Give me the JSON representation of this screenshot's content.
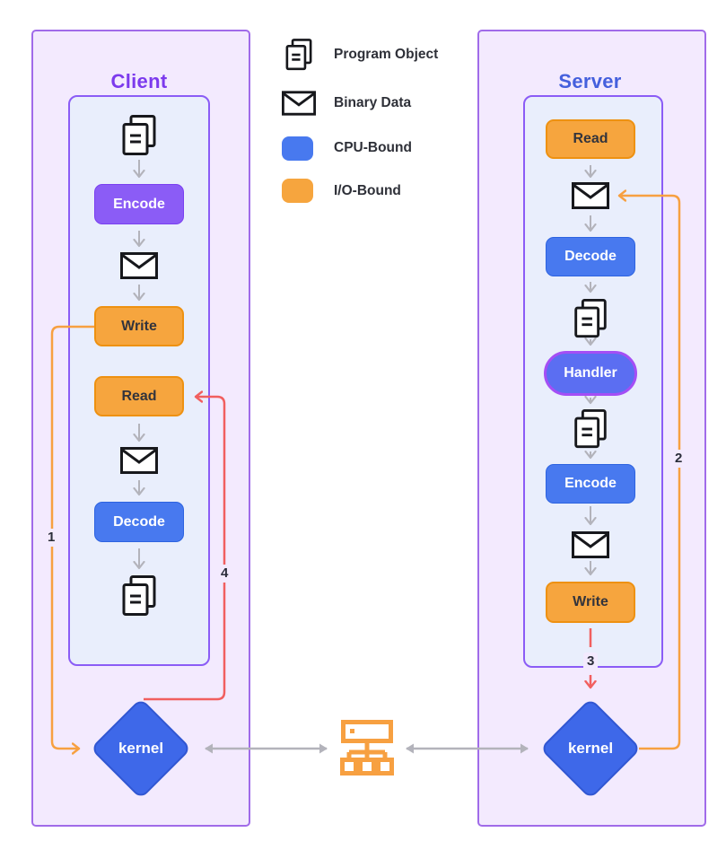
{
  "client": {
    "title": "Client",
    "kernel_label": "kernel",
    "steps": {
      "encode": "Encode",
      "write": "Write",
      "read": "Read",
      "decode": "Decode"
    }
  },
  "server": {
    "title": "Server",
    "kernel_label": "kernel",
    "steps": {
      "read": "Read",
      "decode": "Decode",
      "handler": "Handler",
      "encode": "Encode",
      "write": "Write"
    }
  },
  "legend": {
    "items": [
      {
        "icon": "program-object-icon",
        "label": "Program Object"
      },
      {
        "icon": "binary-data-icon",
        "label": "Binary Data"
      },
      {
        "icon": "cpu-bound-swatch",
        "label": "CPU-Bound",
        "color": "#4879ef"
      },
      {
        "icon": "io-bound-swatch",
        "label": "I/O-Bound",
        "color": "#f6a53e"
      }
    ]
  },
  "flow_labels": {
    "step1": "1",
    "step2": "2",
    "step3": "3",
    "step4": "4"
  },
  "colors": {
    "client_accent": "#7c3aed",
    "server_accent": "#4560dd",
    "cpu_bound": "#4879ef",
    "io_bound": "#f6a53e",
    "purple_step": "#8b5cf6",
    "kernel_blue": "#3e68e9",
    "orange_path": "#f7a041",
    "red_path": "#f15f5f",
    "gray_arrow": "#b3b3bb",
    "outer_panel_fill": "#f3eafe",
    "inner_panel_fill": "#e9eefc"
  }
}
